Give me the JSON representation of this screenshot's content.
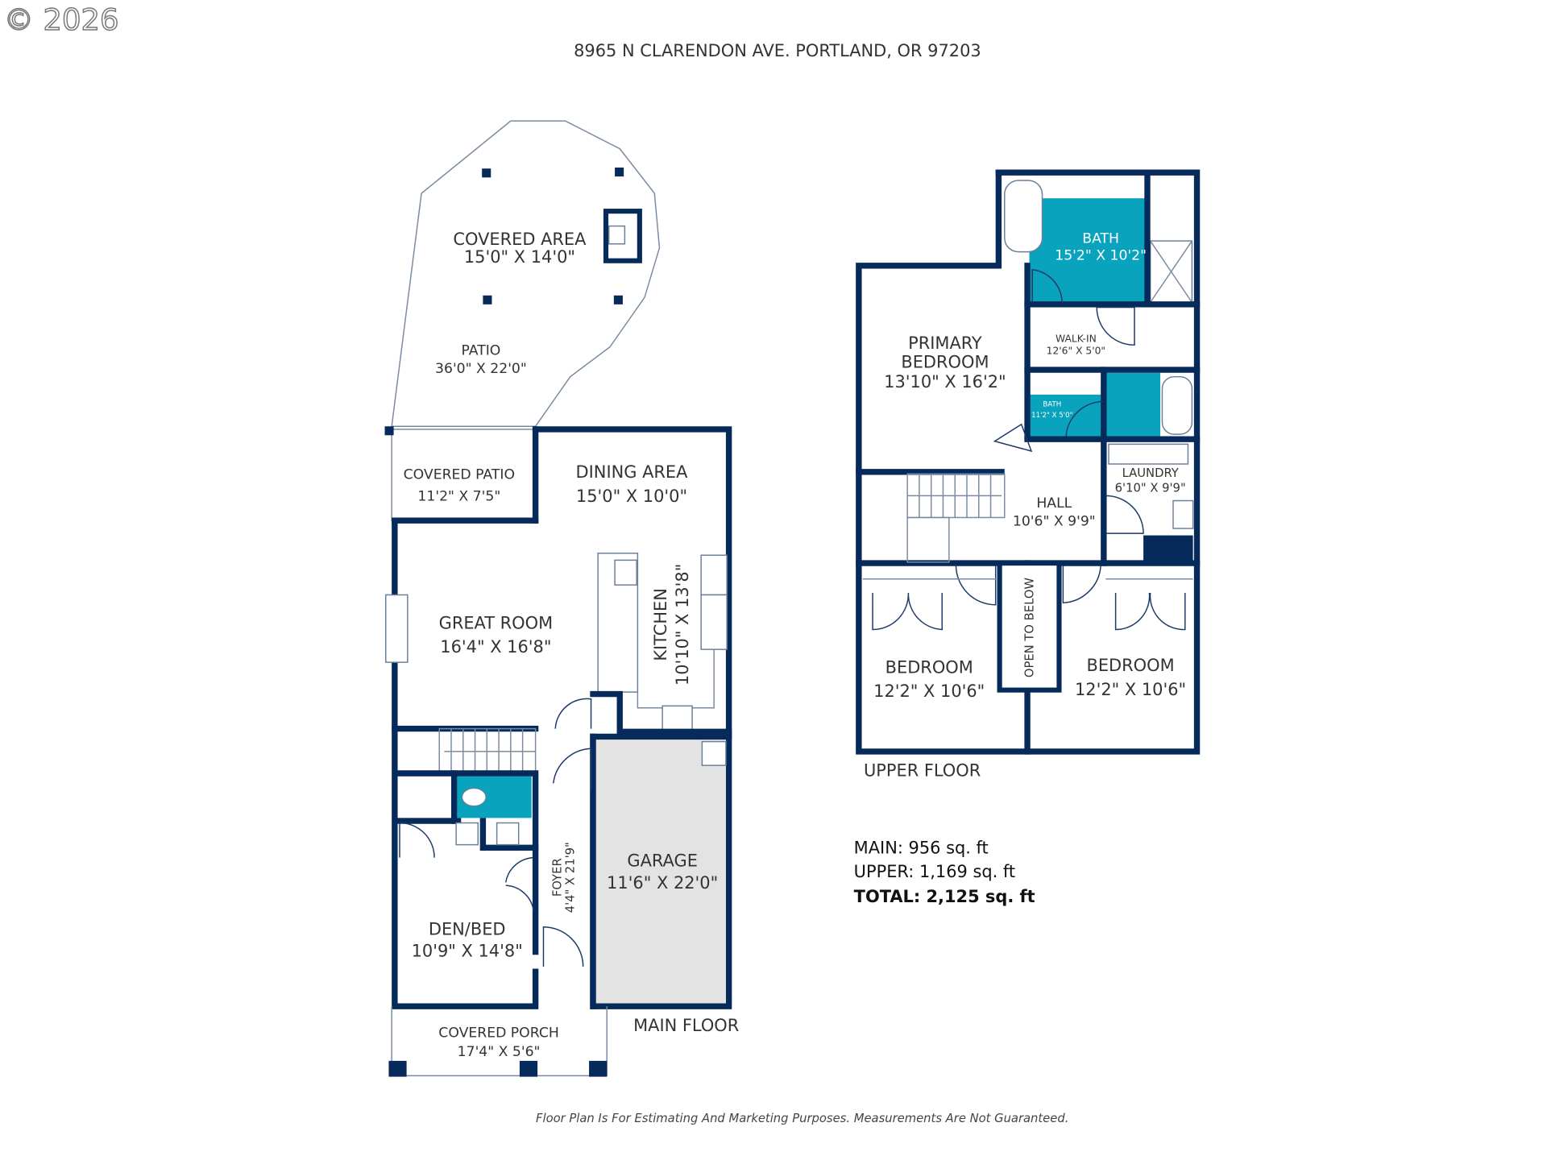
{
  "copyright": "© 2026",
  "address": "8965 N CLARENDON AVE. PORTLAND, OR 97203",
  "colors": {
    "wall": "#062a5a",
    "bath": "#0aa3bd",
    "garage": "#e3e3e3"
  },
  "main_floor": {
    "title": "MAIN FLOOR",
    "rooms": {
      "covered_area": {
        "name": "COVERED AREA",
        "dims": "15'0\" X 14'0\""
      },
      "patio": {
        "name": "PATIO",
        "dims": "36'0\" X 22'0\""
      },
      "covered_patio": {
        "name": "COVERED PATIO",
        "dims": "11'2\" X 7'5\""
      },
      "dining": {
        "name": "DINING AREA",
        "dims": "15'0\" X 10'0\""
      },
      "great_room": {
        "name": "GREAT ROOM",
        "dims": "16'4\" X 16'8\""
      },
      "kitchen": {
        "name": "KITCHEN",
        "dims": "10'10\" X 13'8\""
      },
      "garage": {
        "name": "GARAGE",
        "dims": "11'6\" X 22'0\""
      },
      "foyer": {
        "name": "FOYER",
        "dims": "4'4\" X 21'9\""
      },
      "den": {
        "name": "DEN/BED",
        "dims": "10'9\" X 14'8\""
      },
      "porch": {
        "name": "COVERED PORCH",
        "dims": "17'4\" X 5'6\""
      }
    }
  },
  "upper_floor": {
    "title": "UPPER FLOOR",
    "rooms": {
      "bath_primary": {
        "name": "BATH",
        "dims": "15'2\" X 10'2\""
      },
      "primary": {
        "name1": "PRIMARY",
        "name2": "BEDROOM",
        "dims": "13'10\" X 16'2\""
      },
      "walkin": {
        "name": "WALK-IN",
        "dims": "12'6\" X 5'0\""
      },
      "bath2": {
        "name": "BATH",
        "dims": "11'2\" X 5'0\""
      },
      "laundry": {
        "name": "LAUNDRY",
        "dims": "6'10\" X 9'9\""
      },
      "hall": {
        "name": "HALL",
        "dims": "10'6\" X 9'9\""
      },
      "bedroom_left": {
        "name": "BEDROOM",
        "dims": "12'2\" X 10'6\""
      },
      "open_below": {
        "name": "OPEN TO BELOW"
      },
      "bedroom_right": {
        "name": "BEDROOM",
        "dims": "12'2\" X 10'6\""
      }
    }
  },
  "summary": {
    "main": "MAIN: 956 sq. ft",
    "upper": "UPPER: 1,169 sq. ft",
    "total": "TOTAL: 2,125 sq. ft"
  },
  "disclaimer": "Floor Plan Is For Estimating And Marketing Purposes. Measurements Are Not Guaranteed."
}
